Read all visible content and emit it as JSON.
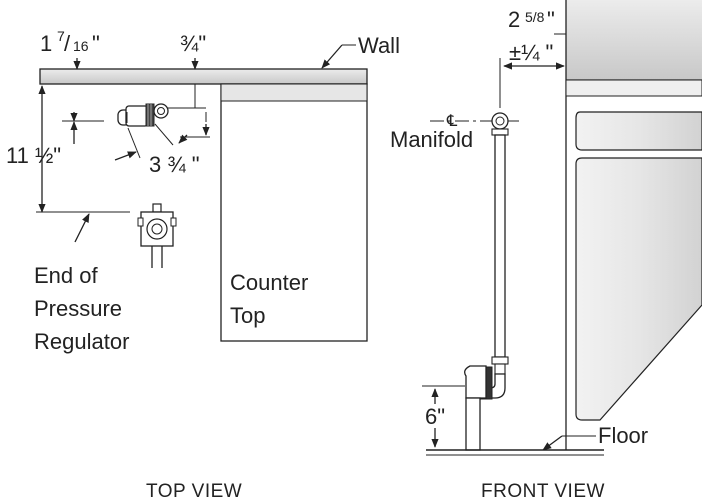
{
  "top_view": {
    "caption": "TOP VIEW",
    "dim_wall_offset_whole": "1",
    "dim_wall_offset_frac_num": "7",
    "dim_wall_offset_frac_den": "16",
    "dim_wall_offset_mark": "\"",
    "dim_three_quarter": "¾\"",
    "wall_label": "Wall",
    "dim_height": "11 ½\"",
    "dim_three_three_quarter": "3 ¾ \"",
    "regulator_label_1": "End of",
    "regulator_label_2": "Pressure",
    "regulator_label_3": "Regulator",
    "counter_label_1": "Counter",
    "counter_label_2": "Top"
  },
  "front_view": {
    "caption": "FRONT VIEW",
    "dim_top_whole": "2",
    "dim_top_frac": "5/8",
    "dim_top_mark": "\"",
    "dim_offset": "±¼ \"",
    "centerline_symbol": "℄",
    "manifold_label": "Manifold",
    "dim_floor": "6\"",
    "floor_label": "Floor"
  },
  "colors": {
    "line": "#222222",
    "wall_fill": "#d4d4d4",
    "counter_shade": "#e2e2e2",
    "pipe_fill": "#ffffff",
    "dark_fitting": "#333333"
  }
}
